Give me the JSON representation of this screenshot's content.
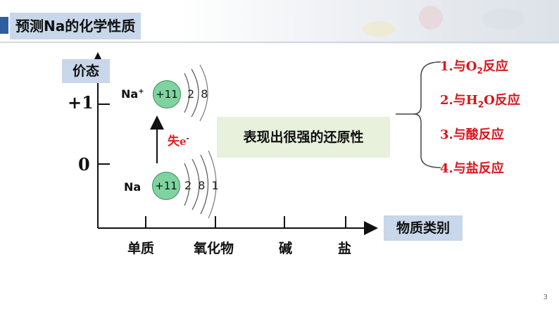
{
  "slide": {
    "title": "预测Na的化学性质",
    "page_number": "3"
  },
  "axes": {
    "y_label": "价态",
    "x_label": "物质类别",
    "y_ticks": [
      "+1",
      "0"
    ],
    "categories": [
      "单质",
      "氧化物",
      "碱",
      "盐"
    ]
  },
  "atoms": {
    "ion": {
      "symbol": "Na",
      "charge": "+",
      "nucleus": "+11",
      "shells": "2 8"
    },
    "neutral": {
      "symbol": "Na",
      "nucleus": "+11",
      "shells": "2 8 1"
    }
  },
  "transition": {
    "text": "失",
    "electron": "e",
    "electron_sup": "-"
  },
  "property": "表现出很强的还原性",
  "reactions": [
    {
      "num": "1.",
      "prefix": "与",
      "formula_main": "O",
      "formula_sub": "2",
      "formula_rest": "",
      "suffix": "反应"
    },
    {
      "num": "2.",
      "prefix": "与",
      "formula_main": "H",
      "formula_sub": "2",
      "formula_rest": "O",
      "suffix": "反应"
    },
    {
      "num": "3.",
      "prefix": "与酸反应",
      "formula_main": "",
      "formula_sub": "",
      "formula_rest": "",
      "suffix": ""
    },
    {
      "num": "4.",
      "prefix": "与盐反应",
      "formula_main": "",
      "formula_sub": "",
      "formula_rest": "",
      "suffix": ""
    }
  ],
  "colors": {
    "accent_red": "#d9141b",
    "title_bg": "#c8d7ea",
    "highlight_bg": "#e7f1dc",
    "atom_fill": "#7fd3a0"
  }
}
